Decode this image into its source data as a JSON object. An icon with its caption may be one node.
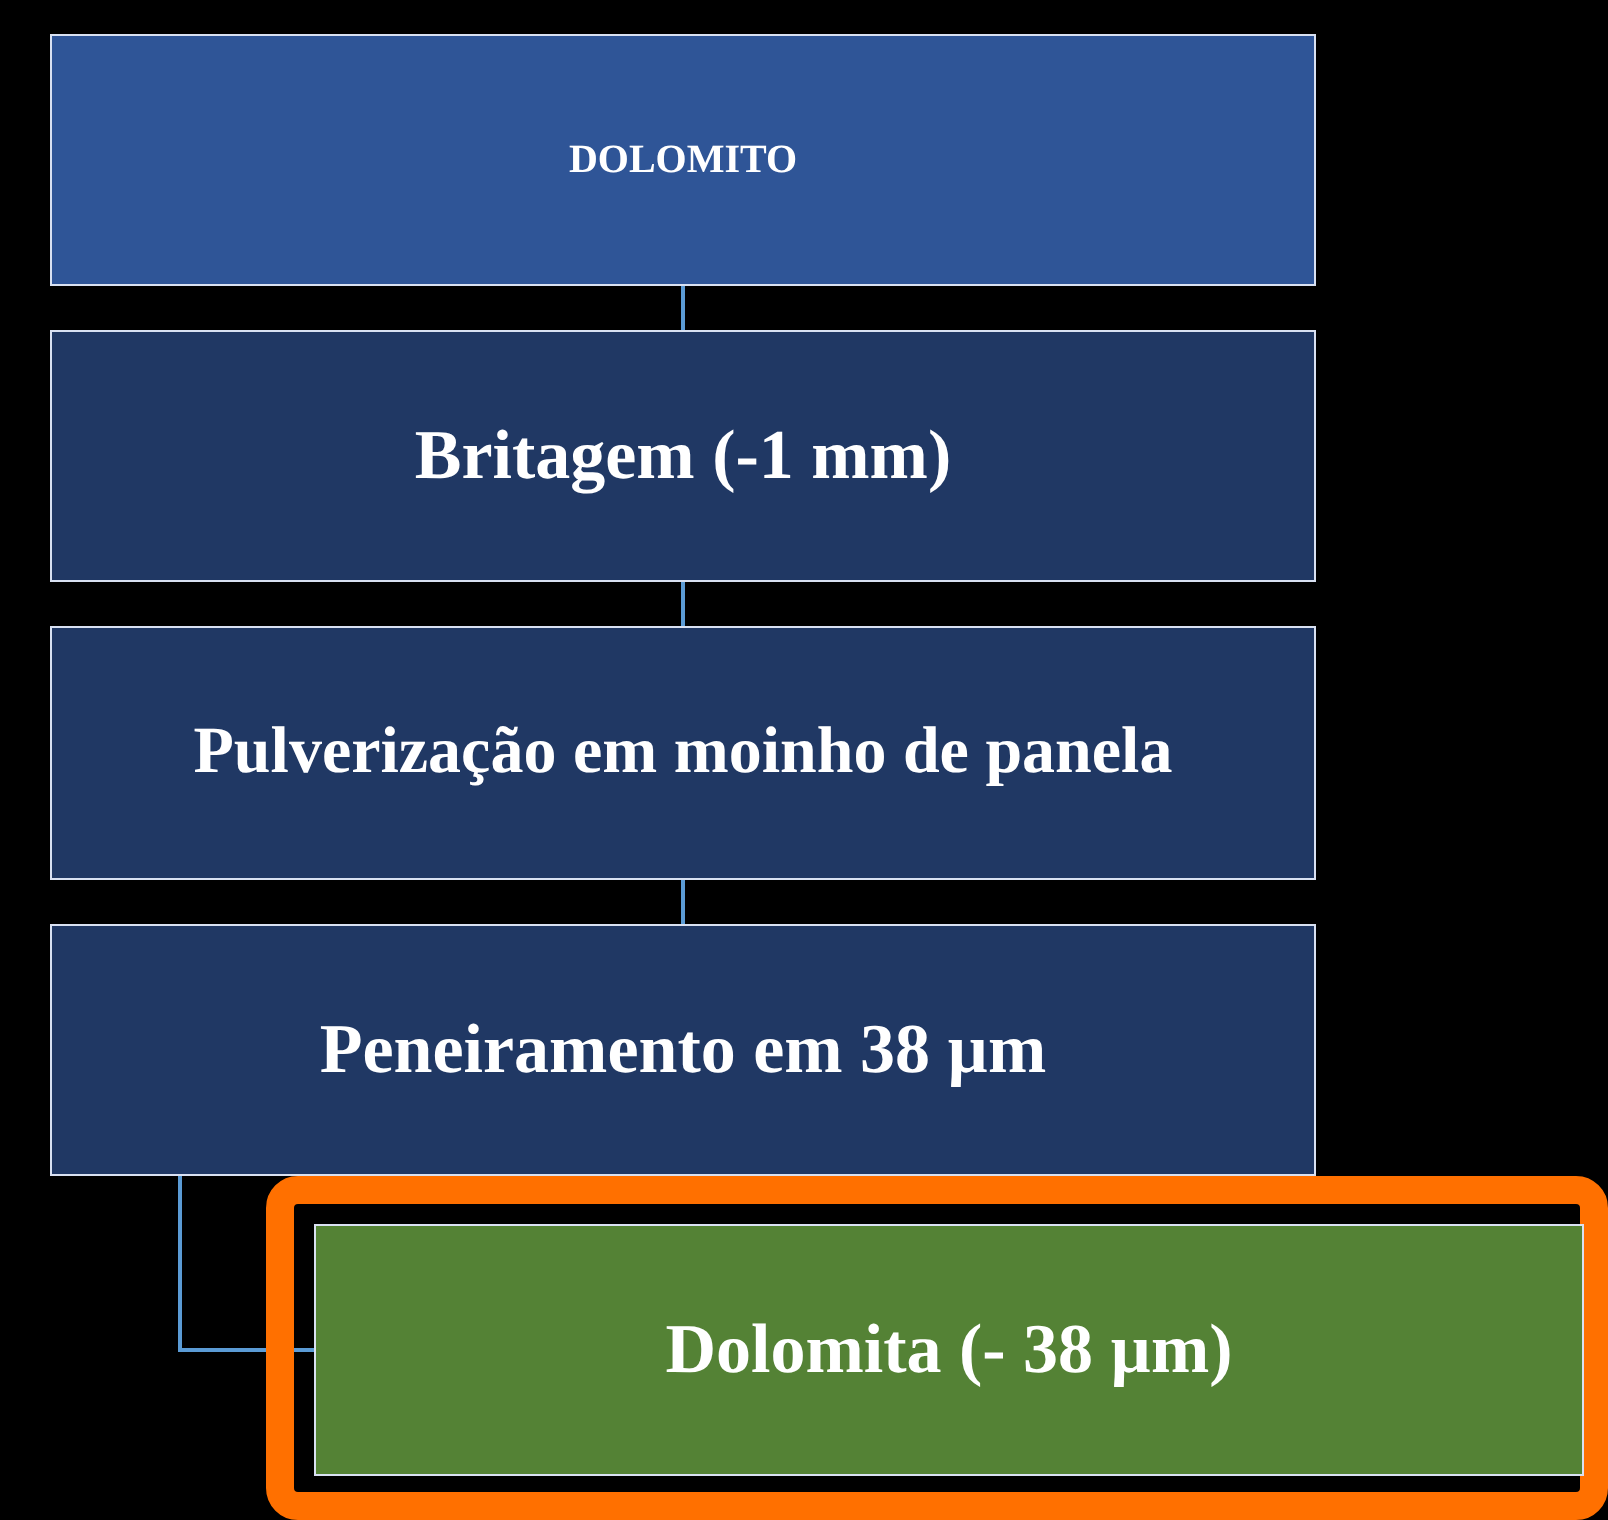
{
  "diagram": {
    "nodes": [
      {
        "text": [
          "DOLOMITO"
        ]
      },
      {
        "text": [
          "Britagem (-1 mm)"
        ]
      },
      {
        "text": [
          "Pulverização em moinho de panela"
        ]
      },
      {
        "text": [
          "Peneiramento em 38 µm"
        ]
      },
      {
        "text": [
          "Dolomita (- 38 µm)"
        ]
      }
    ],
    "edges": [
      {
        "from": 0,
        "to": 1,
        "arrow": "none"
      },
      {
        "from": 1,
        "to": 2,
        "arrow": "none"
      },
      {
        "from": 2,
        "to": 3,
        "arrow": "none"
      },
      {
        "from": 3,
        "to": 4,
        "arrow": "none"
      }
    ]
  }
}
